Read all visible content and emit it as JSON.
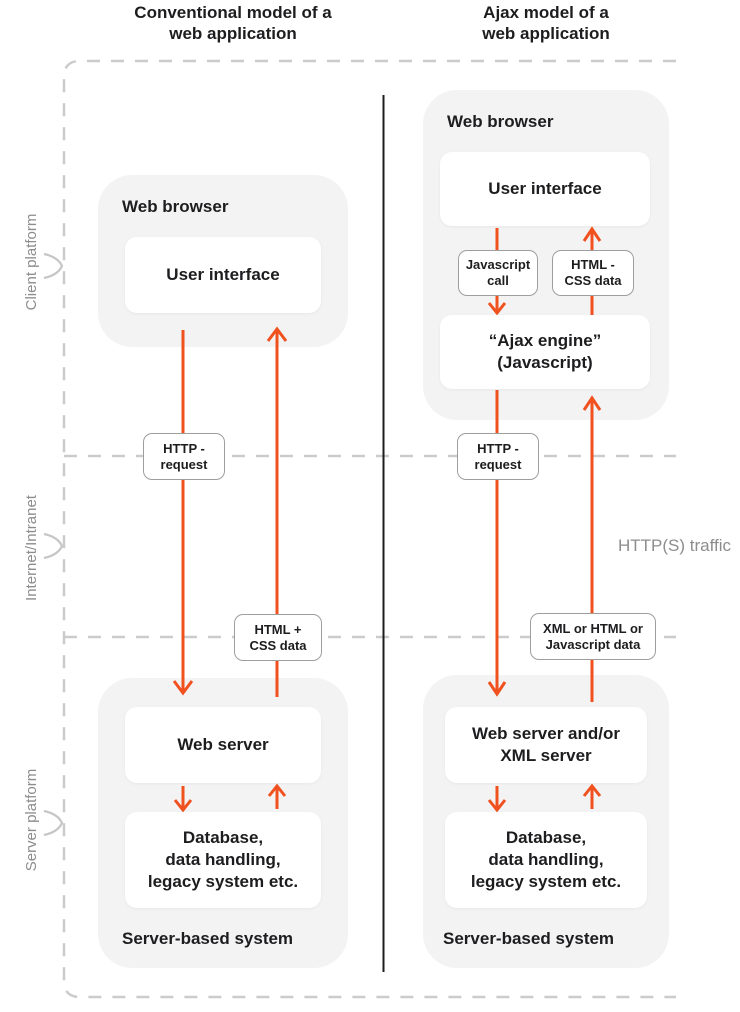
{
  "colors": {
    "accent": "#F0511E",
    "container_gray": "#F3F3F4",
    "dash_gray": "#CBCBCB",
    "text_dark": "#1D1D1F",
    "text_gray": "#8D8D8D"
  },
  "titles": {
    "left": [
      "Conventional model of a",
      "web application"
    ],
    "right": [
      "Ajax model of a",
      "web application"
    ]
  },
  "platform_labels": {
    "client": "Client platform",
    "internet": "Internet/Intranet",
    "server": "Server platform"
  },
  "traffic_label": "HTTP(S) traffic",
  "left": {
    "browser_title": "Web browser",
    "ui_box": "User interface",
    "request_label": [
      "HTTP -",
      "request"
    ],
    "response_label": [
      "HTML +",
      "CSS data"
    ],
    "web_server": "Web server",
    "database": [
      "Database,",
      "data handling,",
      "legacy system etc."
    ],
    "server_system": "Server-based system"
  },
  "right": {
    "browser_title": "Web browser",
    "ui_box": "User interface",
    "js_call_label": [
      "Javascript",
      "call"
    ],
    "html_css_label": [
      "HTML -",
      "CSS data"
    ],
    "ajax_engine": [
      "“Ajax engine”",
      "(Javascript)"
    ],
    "request_label": [
      "HTTP -",
      "request"
    ],
    "response_label": [
      "XML or HTML or",
      "Javascript data"
    ],
    "web_server": [
      "Web server and/or",
      "XML server"
    ],
    "database": [
      "Database,",
      "data handling,",
      "legacy system etc."
    ],
    "server_system": "Server-based system"
  }
}
